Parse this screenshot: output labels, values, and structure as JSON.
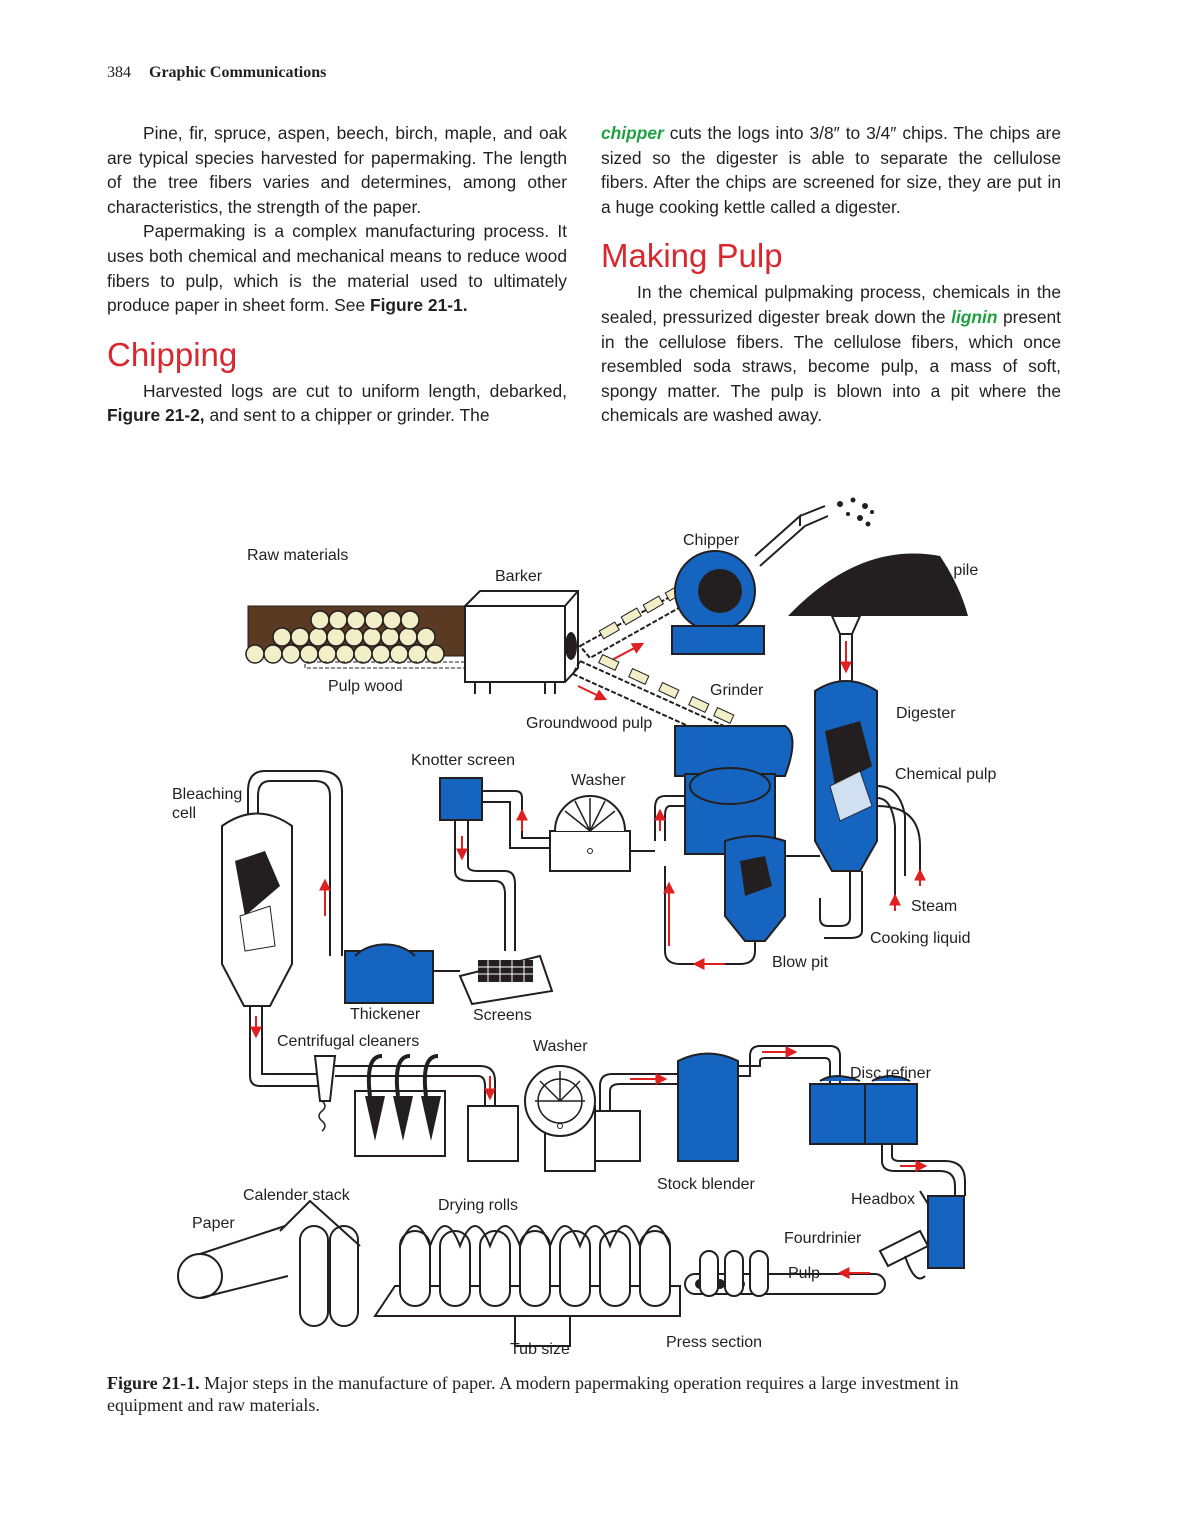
{
  "header": {
    "page_number": "384",
    "running_title": "Graphic Communications"
  },
  "left_column": {
    "p1": "Pine, fir, spruce, aspen, beech, birch, maple, and oak are typical species harvested for papermaking. The length of the tree fibers varies and determines, among other characteristics, the strength of the paper.",
    "p2_text": "Papermaking is a complex manufacturing process. It uses both chemical and mechanical means to reduce wood fibers to pulp, which is the material used to ultimately produce paper in sheet form. See ",
    "p2_ref": "Figure 21-1.",
    "heading": "Chipping",
    "p3_before": "Harvested logs are cut to uniform length, debarked, ",
    "p3_ref": "Figure 21-2,",
    "p3_after": " and sent to a chipper or grinder. The"
  },
  "right_column": {
    "p1_term": "chipper",
    "p1_text": " cuts the logs into 3/8″ to 3/4″ chips. The chips are sized so the digester is able to separate the cellulose fibers. After the chips are screened for size, they are put in a huge cooking kettle called a digester.",
    "heading": "Making Pulp",
    "p2_before": "In the chemical pulpmaking process, chemicals in the sealed, pressurized digester break down the ",
    "p2_term": "lignin",
    "p2_after": " present in the cellulose fibers. The cellulose fibers, which once resembled soda straws, become pulp, a mass of soft, spongy matter. The pulp is blown into a pit where the chemicals are washed away."
  },
  "figure": {
    "colors": {
      "blue": "#1565c0",
      "red": "#e02020",
      "ink": "#231f20"
    },
    "labels": {
      "raw_materials": "Raw materials",
      "barker": "Barker",
      "chipper": "Chipper",
      "chip_pile": "Chip pile",
      "pulp_wood": "Pulp wood",
      "grinder": "Grinder",
      "groundwood_pulp": "Groundwood pulp",
      "digester": "Digester",
      "knotter_screen": "Knotter screen",
      "washer_top": "Washer",
      "chemical_pulp": "Chemical pulp",
      "bleaching_cell_1": "Bleaching",
      "bleaching_cell_2": "cell",
      "steam": "Steam",
      "cooking_liquid": "Cooking liquid",
      "blow_pit": "Blow pit",
      "thickener": "Thickener",
      "screens": "Screens",
      "centrifugal_cleaners": "Centrifugal cleaners",
      "washer_bottom": "Washer",
      "disc_refiner": "Disc refiner",
      "stock_blender": "Stock blender",
      "calender_stack": "Calender stack",
      "headbox": "Headbox",
      "drying_rolls": "Drying rolls",
      "paper": "Paper",
      "fourdrinier": "Fourdrinier",
      "pulp": "Pulp",
      "press_section": "Press section",
      "tub_size": "Tub size"
    }
  },
  "caption": {
    "label": "Figure 21-1.",
    "text": " Major steps in the manufacture of paper. A modern papermaking operation requires a large investment in equipment and raw materials."
  }
}
